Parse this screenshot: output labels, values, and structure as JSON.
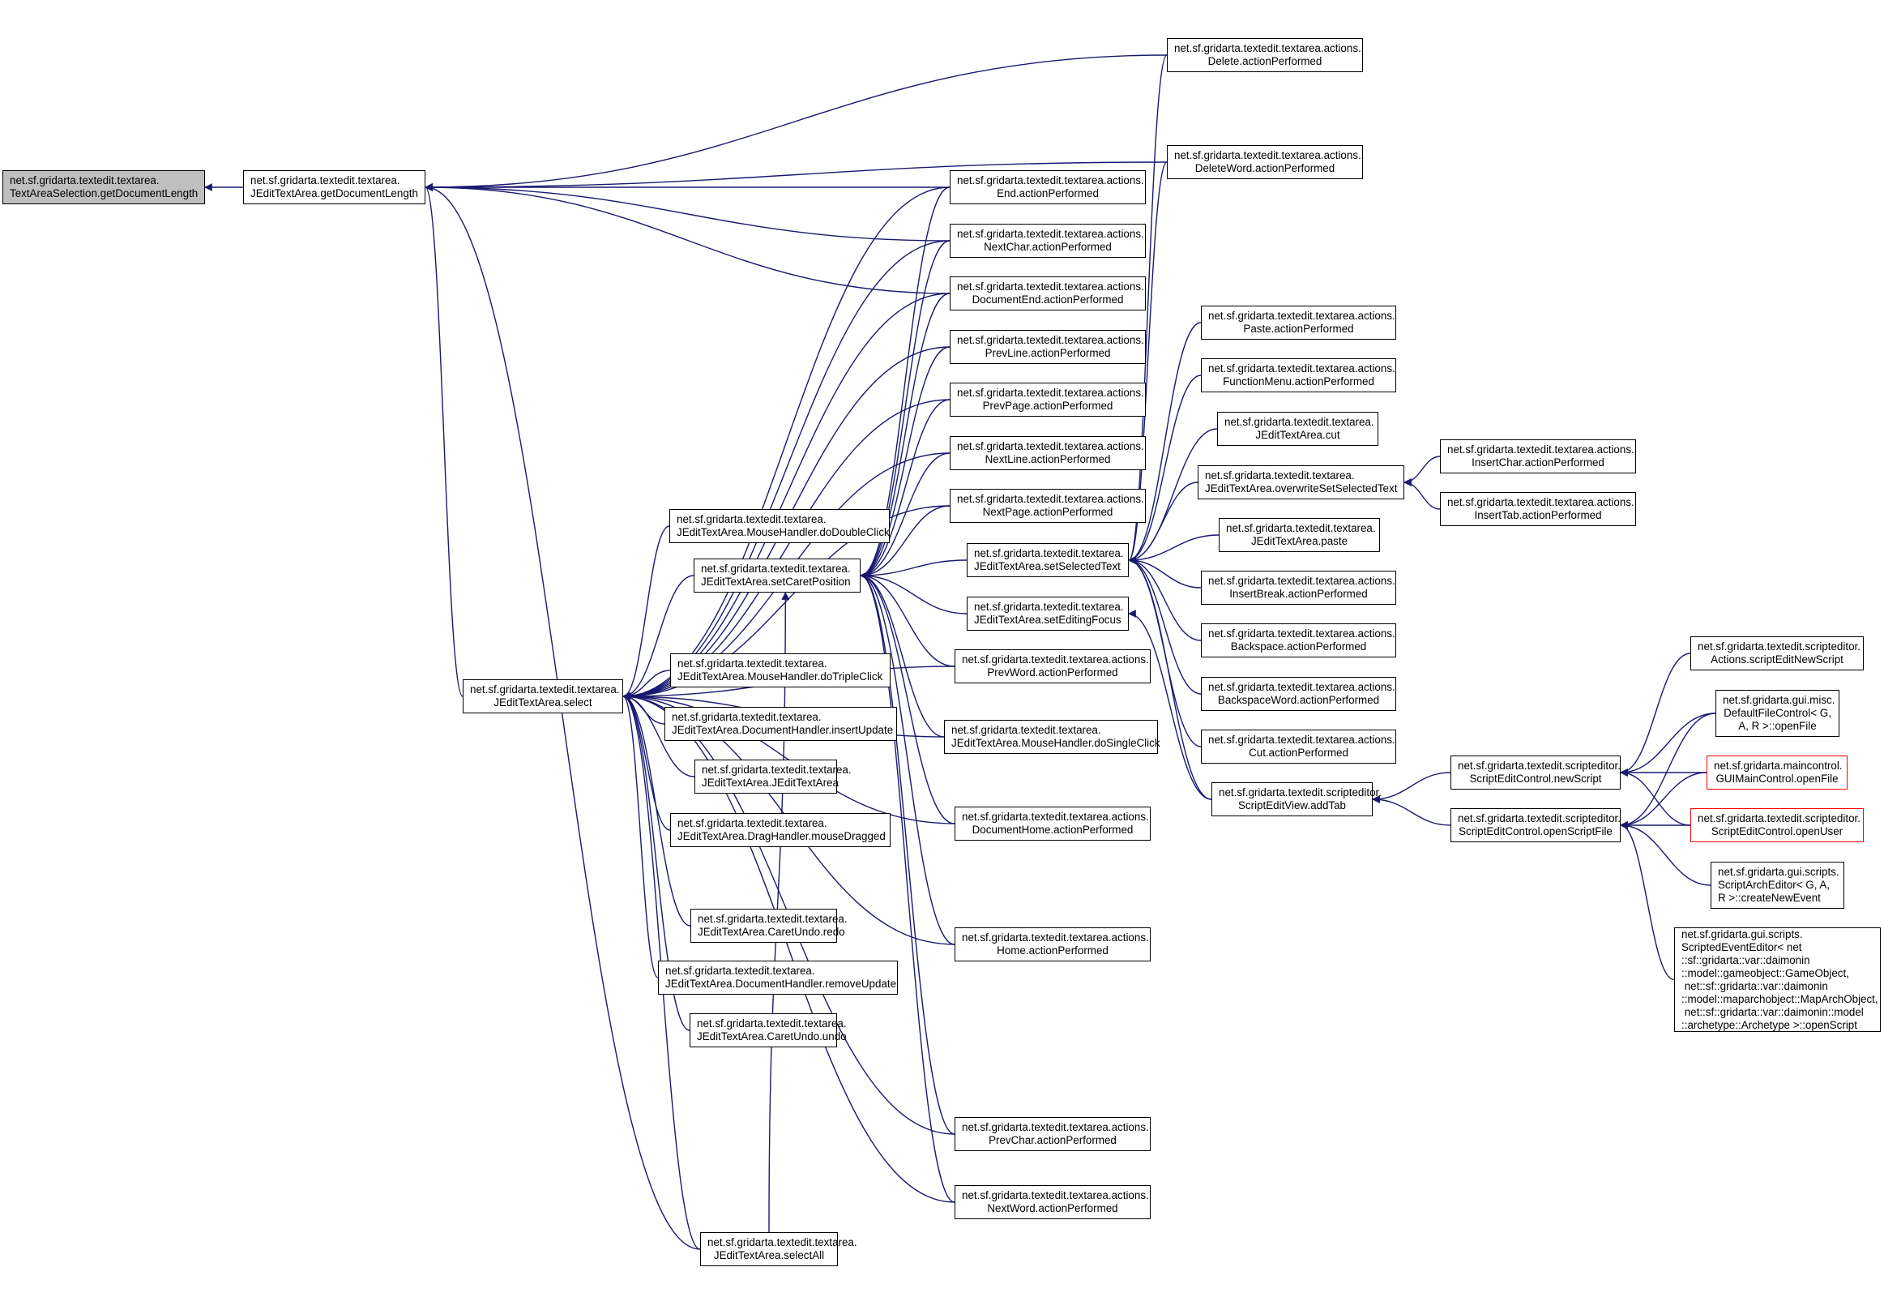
{
  "diagram": {
    "title": "Caller graph",
    "colors": {
      "edge": "#191970",
      "root_fill": "#bfbfbf",
      "node_fill": "#ffffff",
      "node_border": "#000000",
      "undocumented_border": "#ff0000"
    },
    "nodes": [
      {
        "id": "n0",
        "lines": [
          "net.sf.gridarta.textedit.textarea.",
          "TextAreaSelection.getDocumentLength"
        ],
        "root": true
      },
      {
        "id": "n1",
        "lines": [
          "net.sf.gridarta.textedit.textarea.",
          "JEditTextArea.getDocumentLength"
        ]
      },
      {
        "id": "n2",
        "lines": [
          "net.sf.gridarta.textedit.textarea.",
          "JEditTextArea.select"
        ]
      },
      {
        "id": "n3",
        "lines": [
          "net.sf.gridarta.textedit.textarea.actions.",
          "Delete.actionPerformed"
        ]
      },
      {
        "id": "n4",
        "lines": [
          "net.sf.gridarta.textedit.textarea.actions.",
          "DeleteWord.actionPerformed"
        ]
      },
      {
        "id": "n5",
        "lines": [
          "net.sf.gridarta.textedit.textarea.actions.",
          "End.actionPerformed"
        ]
      },
      {
        "id": "n6",
        "lines": [
          "net.sf.gridarta.textedit.textarea.actions.",
          "NextChar.actionPerformed"
        ]
      },
      {
        "id": "n7",
        "lines": [
          "net.sf.gridarta.textedit.textarea.actions.",
          "DocumentEnd.actionPerformed"
        ]
      },
      {
        "id": "n8",
        "lines": [
          "net.sf.gridarta.textedit.textarea.actions.",
          "PrevLine.actionPerformed"
        ]
      },
      {
        "id": "n9",
        "lines": [
          "net.sf.gridarta.textedit.textarea.actions.",
          "PrevPage.actionPerformed"
        ]
      },
      {
        "id": "n10",
        "lines": [
          "net.sf.gridarta.textedit.textarea.actions.",
          "NextLine.actionPerformed"
        ]
      },
      {
        "id": "n11",
        "lines": [
          "net.sf.gridarta.textedit.textarea.actions.",
          "NextPage.actionPerformed"
        ]
      },
      {
        "id": "n12",
        "lines": [
          "net.sf.gridarta.textedit.textarea.",
          "JEditTextArea.MouseHandler.doDoubleClick"
        ]
      },
      {
        "id": "n13",
        "lines": [
          "net.sf.gridarta.textedit.textarea.",
          "JEditTextArea.setCaretPosition"
        ]
      },
      {
        "id": "n14",
        "lines": [
          "net.sf.gridarta.textedit.textarea.",
          "JEditTextArea.setSelectedText"
        ]
      },
      {
        "id": "n15",
        "lines": [
          "net.sf.gridarta.textedit.textarea.",
          "JEditTextArea.setEditingFocus"
        ]
      },
      {
        "id": "n16",
        "lines": [
          "net.sf.gridarta.textedit.textarea.actions.",
          "PrevWord.actionPerformed"
        ]
      },
      {
        "id": "n17",
        "lines": [
          "net.sf.gridarta.textedit.textarea.",
          "JEditTextArea.MouseHandler.doTripleClick"
        ]
      },
      {
        "id": "n18",
        "lines": [
          "net.sf.gridarta.textedit.textarea.",
          "JEditTextArea.DocumentHandler.insertUpdate"
        ]
      },
      {
        "id": "n19",
        "lines": [
          "net.sf.gridarta.textedit.textarea.",
          "JEditTextArea.MouseHandler.doSingleClick"
        ]
      },
      {
        "id": "n20",
        "lines": [
          "net.sf.gridarta.textedit.textarea.",
          "JEditTextArea.JEditTextArea"
        ]
      },
      {
        "id": "n21",
        "lines": [
          "net.sf.gridarta.textedit.textarea.",
          "JEditTextArea.DragHandler.mouseDragged"
        ]
      },
      {
        "id": "n22",
        "lines": [
          "net.sf.gridarta.textedit.textarea.actions.",
          "DocumentHome.actionPerformed"
        ]
      },
      {
        "id": "n23",
        "lines": [
          "net.sf.gridarta.textedit.textarea.",
          "JEditTextArea.CaretUndo.redo"
        ]
      },
      {
        "id": "n24",
        "lines": [
          "net.sf.gridarta.textedit.textarea.actions.",
          "Home.actionPerformed"
        ]
      },
      {
        "id": "n25",
        "lines": [
          "net.sf.gridarta.textedit.textarea.",
          "JEditTextArea.DocumentHandler.removeUpdate"
        ]
      },
      {
        "id": "n26",
        "lines": [
          "net.sf.gridarta.textedit.textarea.",
          "JEditTextArea.CaretUndo.undo"
        ]
      },
      {
        "id": "n27",
        "lines": [
          "net.sf.gridarta.textedit.textarea.actions.",
          "PrevChar.actionPerformed"
        ]
      },
      {
        "id": "n28",
        "lines": [
          "net.sf.gridarta.textedit.textarea.actions.",
          "NextWord.actionPerformed"
        ]
      },
      {
        "id": "n29",
        "lines": [
          "net.sf.gridarta.textedit.textarea.",
          "JEditTextArea.selectAll"
        ]
      },
      {
        "id": "n30",
        "lines": [
          "net.sf.gridarta.textedit.textarea.actions.",
          "Paste.actionPerformed"
        ]
      },
      {
        "id": "n31",
        "lines": [
          "net.sf.gridarta.textedit.textarea.actions.",
          "FunctionMenu.actionPerformed"
        ]
      },
      {
        "id": "n32",
        "lines": [
          "net.sf.gridarta.textedit.textarea.",
          "JEditTextArea.cut"
        ]
      },
      {
        "id": "n33",
        "lines": [
          "net.sf.gridarta.textedit.textarea.",
          "JEditTextArea.overwriteSetSelectedText"
        ]
      },
      {
        "id": "n34",
        "lines": [
          "net.sf.gridarta.textedit.textarea.",
          "JEditTextArea.paste"
        ]
      },
      {
        "id": "n35",
        "lines": [
          "net.sf.gridarta.textedit.textarea.actions.",
          "InsertBreak.actionPerformed"
        ]
      },
      {
        "id": "n36",
        "lines": [
          "net.sf.gridarta.textedit.textarea.actions.",
          "Backspace.actionPerformed"
        ]
      },
      {
        "id": "n37",
        "lines": [
          "net.sf.gridarta.textedit.textarea.actions.",
          "BackspaceWord.actionPerformed"
        ]
      },
      {
        "id": "n38",
        "lines": [
          "net.sf.gridarta.textedit.textarea.actions.",
          "Cut.actionPerformed"
        ]
      },
      {
        "id": "n39",
        "lines": [
          "net.sf.gridarta.textedit.scripteditor.",
          "ScriptEditView.addTab"
        ]
      },
      {
        "id": "n40",
        "lines": [
          "net.sf.gridarta.textedit.textarea.actions.",
          "InsertChar.actionPerformed"
        ]
      },
      {
        "id": "n41",
        "lines": [
          "net.sf.gridarta.textedit.textarea.actions.",
          "InsertTab.actionPerformed"
        ]
      },
      {
        "id": "n42",
        "lines": [
          "net.sf.gridarta.textedit.scripteditor.",
          "ScriptEditControl.newScript"
        ]
      },
      {
        "id": "n43",
        "lines": [
          "net.sf.gridarta.textedit.scripteditor.",
          "ScriptEditControl.openScriptFile"
        ]
      },
      {
        "id": "n44",
        "lines": [
          "net.sf.gridarta.textedit.scripteditor.",
          "Actions.scriptEditNewScript"
        ]
      },
      {
        "id": "n45",
        "lines": [
          "net.sf.gridarta.gui.misc.",
          "DefaultFileControl< G,",
          "A, R >::openFile"
        ]
      },
      {
        "id": "n46",
        "lines": [
          "net.sf.gridarta.maincontrol.",
          "GUIMainControl.openFile"
        ],
        "undocumented": true
      },
      {
        "id": "n47",
        "lines": [
          "net.sf.gridarta.textedit.scripteditor.",
          "ScriptEditControl.openUser"
        ],
        "undocumented": true
      },
      {
        "id": "n48",
        "lines": [
          "net.sf.gridarta.gui.scripts.",
          "ScriptArchEditor< G, A,",
          "R >::createNewEvent"
        ]
      },
      {
        "id": "n49",
        "lines": [
          "net.sf.gridarta.gui.scripts.",
          "ScriptedEventEditor< net",
          "::sf::gridarta::var::daimonin",
          "::model::gameobject::GameObject,",
          " net::sf::gridarta::var::daimonin",
          "::model::maparchobject::MapArchObject,",
          " net::sf::gridarta::var::daimonin::model",
          "::archetype::Archetype >::openScript"
        ]
      }
    ],
    "edges": [
      [
        "n1",
        "n0"
      ],
      [
        "n2",
        "n1"
      ],
      [
        "n3",
        "n1"
      ],
      [
        "n4",
        "n1"
      ],
      [
        "n5",
        "n1"
      ],
      [
        "n6",
        "n1"
      ],
      [
        "n7",
        "n1"
      ],
      [
        "n29",
        "n1"
      ],
      [
        "n5",
        "n2"
      ],
      [
        "n6",
        "n2"
      ],
      [
        "n7",
        "n2"
      ],
      [
        "n8",
        "n2"
      ],
      [
        "n9",
        "n2"
      ],
      [
        "n10",
        "n2"
      ],
      [
        "n11",
        "n2"
      ],
      [
        "n12",
        "n2"
      ],
      [
        "n13",
        "n2"
      ],
      [
        "n16",
        "n2"
      ],
      [
        "n17",
        "n2"
      ],
      [
        "n18",
        "n2"
      ],
      [
        "n19",
        "n2"
      ],
      [
        "n20",
        "n2"
      ],
      [
        "n21",
        "n2"
      ],
      [
        "n22",
        "n2"
      ],
      [
        "n23",
        "n2"
      ],
      [
        "n24",
        "n2"
      ],
      [
        "n25",
        "n2"
      ],
      [
        "n26",
        "n2"
      ],
      [
        "n27",
        "n2"
      ],
      [
        "n28",
        "n2"
      ],
      [
        "n29",
        "n2"
      ],
      [
        "n5",
        "n13"
      ],
      [
        "n6",
        "n13"
      ],
      [
        "n7",
        "n13"
      ],
      [
        "n8",
        "n13"
      ],
      [
        "n9",
        "n13"
      ],
      [
        "n10",
        "n13"
      ],
      [
        "n11",
        "n13"
      ],
      [
        "n14",
        "n13"
      ],
      [
        "n15",
        "n13"
      ],
      [
        "n16",
        "n13"
      ],
      [
        "n19",
        "n13"
      ],
      [
        "n22",
        "n13"
      ],
      [
        "n24",
        "n13"
      ],
      [
        "n27",
        "n13"
      ],
      [
        "n28",
        "n13"
      ],
      [
        "n29",
        "n13"
      ],
      [
        "n3",
        "n14"
      ],
      [
        "n4",
        "n14"
      ],
      [
        "n30",
        "n14"
      ],
      [
        "n31",
        "n14"
      ],
      [
        "n32",
        "n14"
      ],
      [
        "n33",
        "n14"
      ],
      [
        "n34",
        "n14"
      ],
      [
        "n35",
        "n14"
      ],
      [
        "n36",
        "n14"
      ],
      [
        "n37",
        "n14"
      ],
      [
        "n38",
        "n14"
      ],
      [
        "n39",
        "n14"
      ],
      [
        "n40",
        "n33"
      ],
      [
        "n41",
        "n33"
      ],
      [
        "n39",
        "n15"
      ],
      [
        "n42",
        "n39"
      ],
      [
        "n43",
        "n39"
      ],
      [
        "n44",
        "n42"
      ],
      [
        "n45",
        "n42"
      ],
      [
        "n46",
        "n42"
      ],
      [
        "n47",
        "n42"
      ],
      [
        "n45",
        "n43"
      ],
      [
        "n46",
        "n43"
      ],
      [
        "n47",
        "n43"
      ],
      [
        "n48",
        "n43"
      ],
      [
        "n49",
        "n43"
      ]
    ]
  }
}
